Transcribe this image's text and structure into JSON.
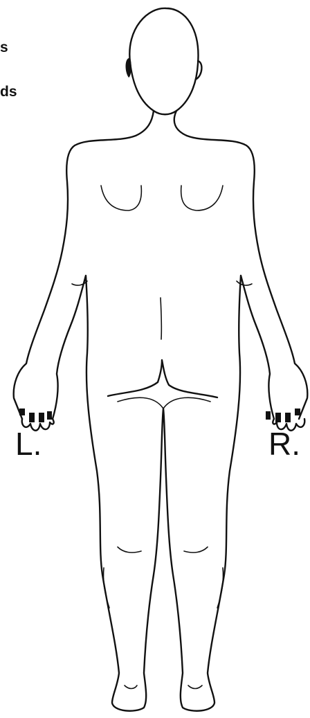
{
  "text_fragments": [
    "s",
    "ds"
  ],
  "side_labels": {
    "left": "L.",
    "right": "R."
  },
  "figure": {
    "subject": "human-body-outline-posterior-view",
    "line_color": "#111111",
    "background": "#ffffff"
  }
}
